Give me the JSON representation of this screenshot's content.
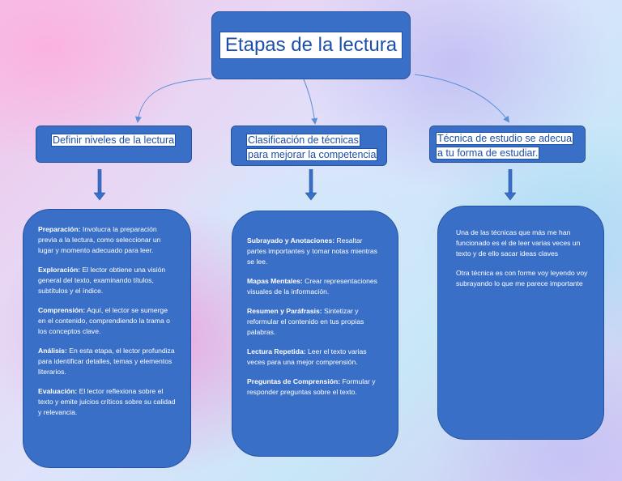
{
  "title": "Etapas de la lectura",
  "branches": [
    {
      "heading": "Definir niveles de la lectura",
      "items": [
        {
          "term": "Preparación:",
          "text": " Involucra la preparación previa a la lectura, como seleccionar un lugar y momento adecuado para leer."
        },
        {
          "term": "Exploración:",
          "text": " El lector obtiene una visión general del texto, examinando títulos, subtítulos y el índice."
        },
        {
          "term": "Comprensión:",
          "text": " Aquí, el lector se sumerge en el contenido, comprendiendo la trama o los conceptos clave."
        },
        {
          "term": "Análisis:",
          "text": " En esta etapa, el lector profundiza para identificar detalles, temas y elementos literarios."
        },
        {
          "term": "Evaluación:",
          "text": " El lector reflexiona sobre el texto y emite juicios críticos sobre su calidad y relevancia."
        }
      ]
    },
    {
      "heading": "Clasificación de técnicas para mejorar la competencia",
      "items": [
        {
          "term": "Subrayado y Anotaciones:",
          "text": " Resaltar partes importantes y tomar notas mientras se lee."
        },
        {
          "term": "Mapas Mentales:",
          "text": " Crear representaciones visuales de la información."
        },
        {
          "term": "Resumen y Paráfrasis:",
          "text": " Sintetizar y reformular el contenido en tus propias palabras."
        },
        {
          "term": "Lectura Repetida:",
          "text": " Leer el texto varias veces para una mejor comprensión."
        },
        {
          "term": "Preguntas de Comprensión:",
          "text": " Formular y responder preguntas sobre el texto."
        }
      ]
    },
    {
      "heading": "Técnica de estudio se adecua a tu forma de estudiar.",
      "items": [
        {
          "term": "",
          "text": "Una de las técnicas que más me han funcionado es el de leer varias veces un texto y de ello sacar ideas claves"
        },
        {
          "term": "",
          "text": "Otra técnica es con forme voy leyendo voy subrayando lo que me parece importante"
        }
      ]
    }
  ],
  "colors": {
    "box": "#3a6fc7",
    "arrow": "#3a6fc7",
    "connector": "#5b8fd6"
  }
}
